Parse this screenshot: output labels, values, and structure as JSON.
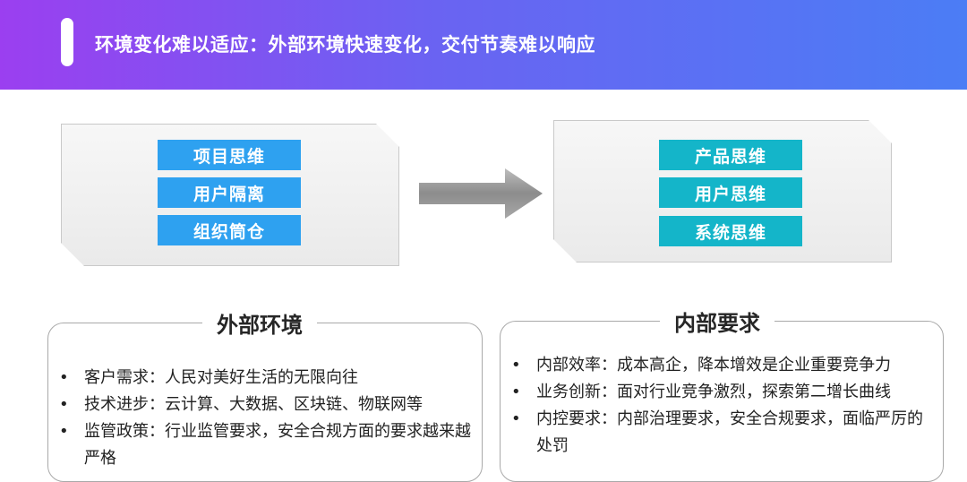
{
  "header": {
    "title": "环境变化难以适应：外部环境快速变化，交付节奏难以响应"
  },
  "left_card": {
    "items": [
      "项目思维",
      "用户隔离",
      "组织筒仓"
    ]
  },
  "right_card": {
    "items": [
      "产品思维",
      "用户思维",
      "系统思维"
    ]
  },
  "external": {
    "title": "外部环境",
    "items": [
      "客户需求：人民对美好生活的无限向往",
      "技术进步：云计算、大数据、区块链、物联网等",
      "监管政策：行业监管要求，安全合规方面的要求越来越严格"
    ]
  },
  "internal": {
    "title": "内部要求",
    "items": [
      "内部效率：成本高企，降本增效是企业重要竞争力",
      "业务创新：面对行业竞争激烈，探索第二增长曲线",
      "内控要求：内部治理要求，安全合规要求，面临严厉的处罚"
    ]
  },
  "bullet_char": "•",
  "colors": {
    "header_gradient_start": "#9b3ff0",
    "header_gradient_end": "#4b7df5",
    "left_tag": "#2ea1f0",
    "right_tag": "#14b5c9"
  }
}
